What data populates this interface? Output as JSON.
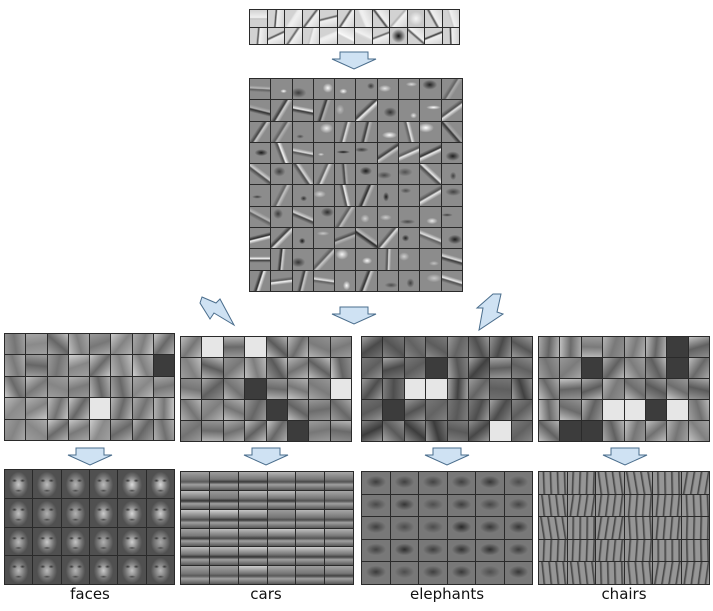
{
  "labels": {
    "faces": "faces",
    "cars": "cars",
    "elephants": "elephants",
    "chairs": "chairs"
  }
}
